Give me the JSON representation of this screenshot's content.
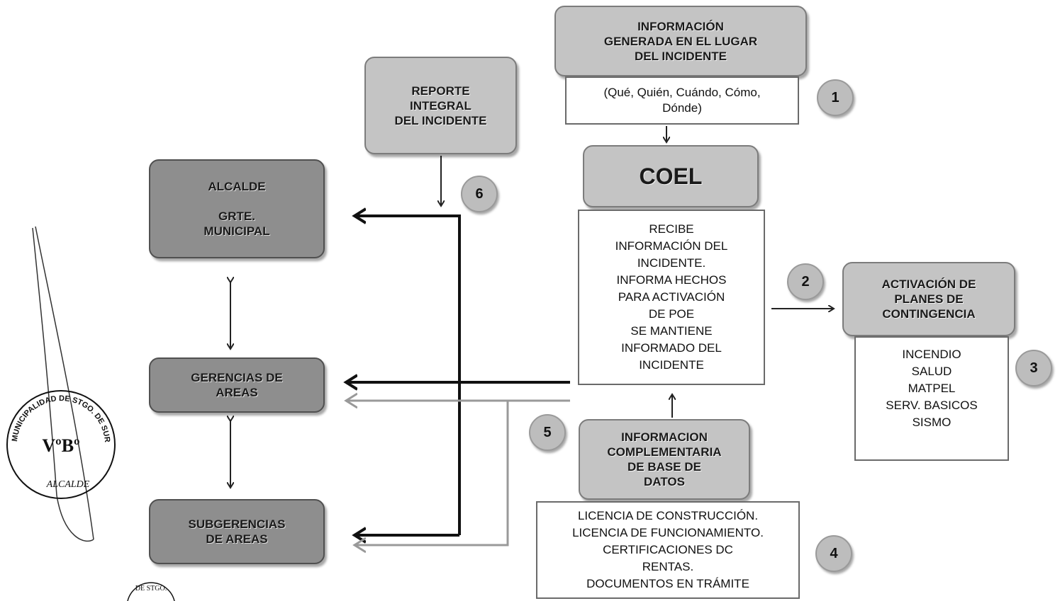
{
  "boxes": {
    "info_lugar": "INFORMACIÓN\nGENERADA EN EL LUGAR\nDEL INCIDENTE",
    "info_lugar_detail": "(Qué, Quién, Cuándo, Cómo,\nDónde)",
    "reporte": "REPORTE\nINTEGRAL\nDEL INCIDENTE",
    "coel": "COEL",
    "coel_detail": "RECIBE\nINFORMACIÓN DEL\nINCIDENTE.\nINFORMA HECHOS\nPARA ACTIVACIÓN\nDE POE\nSE MANTIENE\nINFORMADO DEL\nINCIDENTE",
    "activacion": "ACTIVACIÓN DE\nPLANES DE\nCONTINGENCIA",
    "activacion_detail": "INCENDIO\nSALUD\nMATPEL\nSERV. BASICOS\nSISMO",
    "complementaria": "INFORMACION\nCOMPLEMENTARIA\nDE BASE DE\nDATOS",
    "complementaria_detail": "LICENCIA DE CONSTRUCCIÓN.\nLICENCIA DE FUNCIONAMIENTO.\nCERTIFICACIONES DC\nRENTAS.\nDOCUMENTOS EN TRÁMITE",
    "alcalde": "ALCALDE\n\nGRTE.\nMUNICIPAL",
    "gerencias": "GERENCIAS DE\nAREAS",
    "subgerencias": "SUBGERENCIAS\nDE AREAS"
  },
  "steps": [
    "1",
    "2",
    "3",
    "4",
    "5",
    "6"
  ],
  "stamp": {
    "ring_text": "MUNICIPALIDAD DE STGO. DE SURCO",
    "center": "VºBº",
    "bottom": "ALCALDE"
  },
  "stamp_small": "DE STGO."
}
